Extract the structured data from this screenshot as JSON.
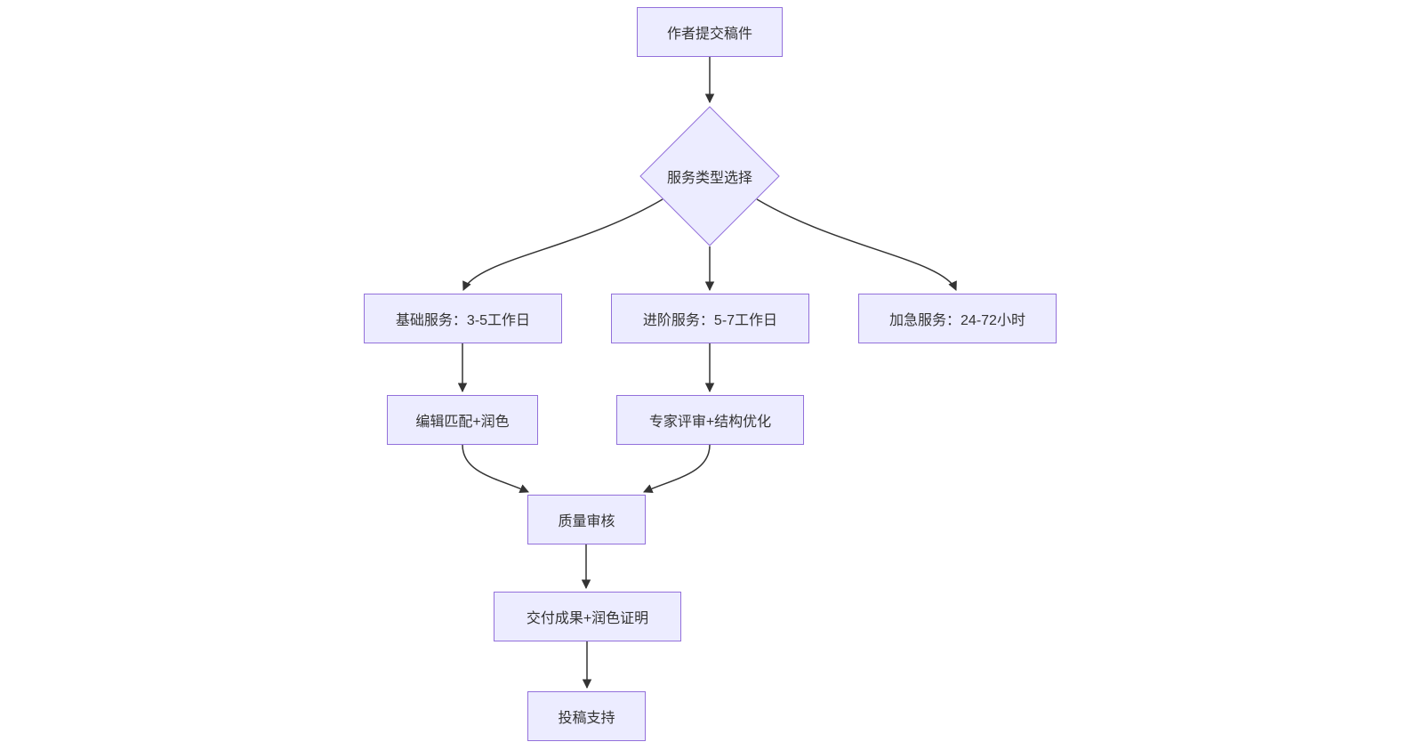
{
  "diagram": {
    "type": "flowchart",
    "direction": "top-down",
    "nodes": {
      "author": {
        "label": "作者提交稿件",
        "shape": "rect"
      },
      "service_choice": {
        "label": "服务类型选择",
        "shape": "diamond"
      },
      "basic": {
        "label": "基础服务：3-5工作日",
        "shape": "rect"
      },
      "advanced": {
        "label": "进阶服务：5-7工作日",
        "shape": "rect"
      },
      "urgent": {
        "label": "加急服务：24-72小时",
        "shape": "rect"
      },
      "edit_match": {
        "label": "编辑匹配+润色",
        "shape": "rect"
      },
      "expert_review": {
        "label": "专家评审+结构优化",
        "shape": "rect"
      },
      "quality": {
        "label": "质量审核",
        "shape": "rect"
      },
      "deliver": {
        "label": "交付成果+润色证明",
        "shape": "rect"
      },
      "submission": {
        "label": "投稿支持",
        "shape": "rect"
      }
    },
    "edges": [
      {
        "from": "author",
        "to": "service_choice"
      },
      {
        "from": "service_choice",
        "to": "basic"
      },
      {
        "from": "service_choice",
        "to": "advanced"
      },
      {
        "from": "service_choice",
        "to": "urgent"
      },
      {
        "from": "basic",
        "to": "edit_match"
      },
      {
        "from": "advanced",
        "to": "expert_review"
      },
      {
        "from": "edit_match",
        "to": "quality"
      },
      {
        "from": "expert_review",
        "to": "quality"
      },
      {
        "from": "quality",
        "to": "deliver"
      },
      {
        "from": "deliver",
        "to": "submission"
      }
    ],
    "colors": {
      "node_fill": "#ECECFF",
      "node_border": "#9370DB",
      "edge": "#333333",
      "text": "#333333",
      "background": "#FFFFFF"
    }
  }
}
